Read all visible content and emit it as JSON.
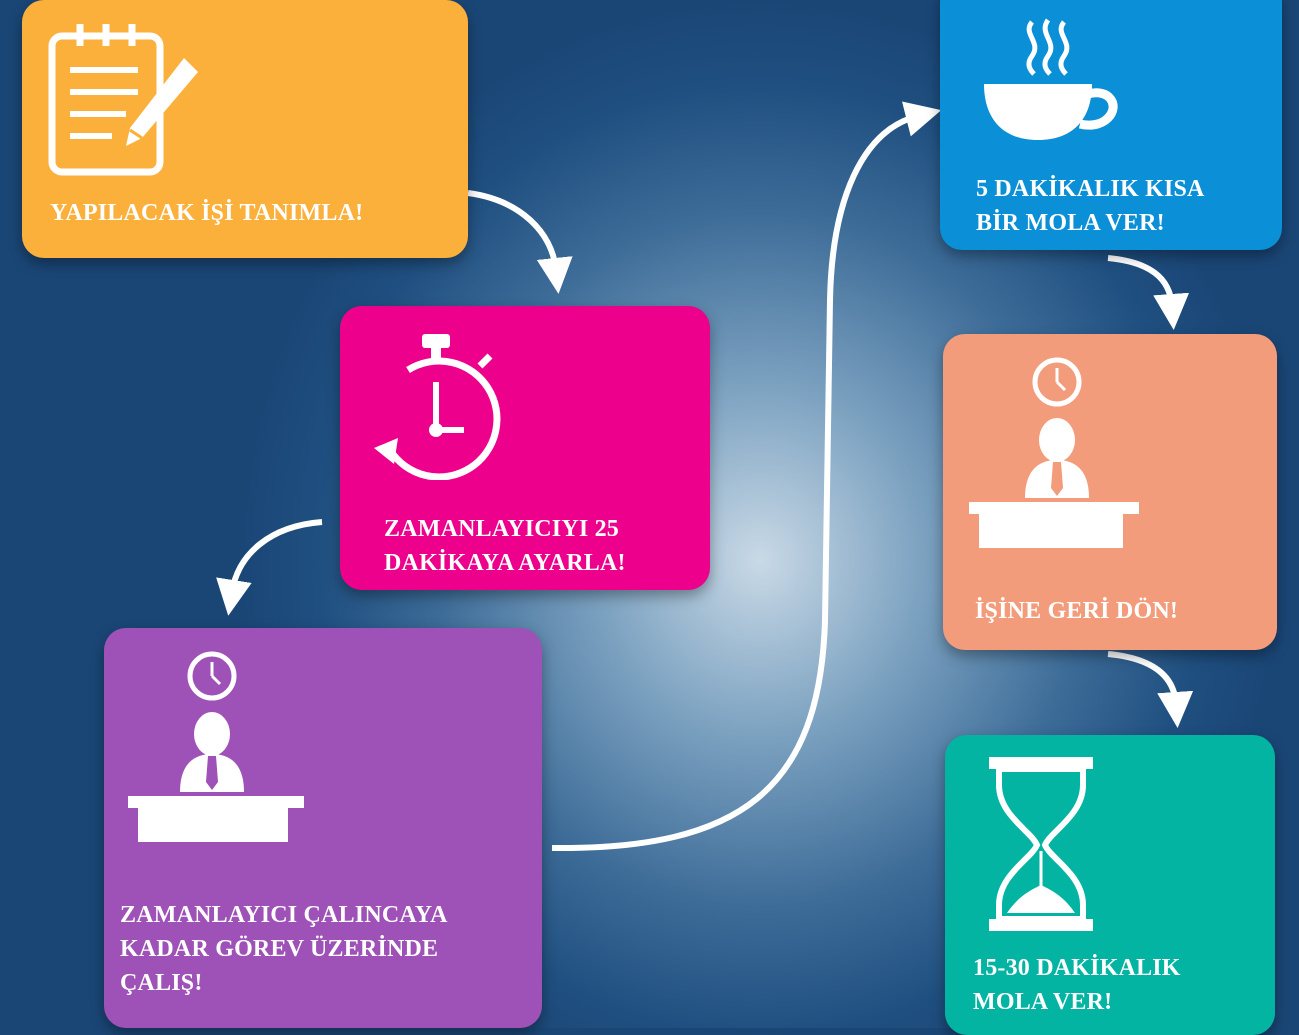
{
  "colors": {
    "step1": "#fbb03b",
    "step2": "#ec008c",
    "step3": "#9e51b6",
    "step4": "#0b8fd6",
    "step5": "#f39c7c",
    "step6": "#04b4a3"
  },
  "steps": [
    {
      "label": "YAPILACAK İŞİ TANIMLA!",
      "icon": "notepad-pencil-icon"
    },
    {
      "label": "ZAMANLAYICIYI 25\nDAKİKAYA AYARLA!",
      "icon": "stopwatch-icon"
    },
    {
      "label": "ZAMANLAYICI ÇALINCAYA\nKADAR GÖREV ÜZERİNDE\nÇALIŞ!",
      "icon": "worker-at-desk-icon"
    },
    {
      "label": "5 DAKİKALIK KISA\nBİR MOLA VER!",
      "icon": "coffee-cup-icon"
    },
    {
      "label": "İŞİNE GERİ DÖN!",
      "icon": "worker-at-desk-icon"
    },
    {
      "label": "15-30 DAKİKALIK\nMOLA VER!",
      "icon": "hourglass-icon"
    }
  ]
}
